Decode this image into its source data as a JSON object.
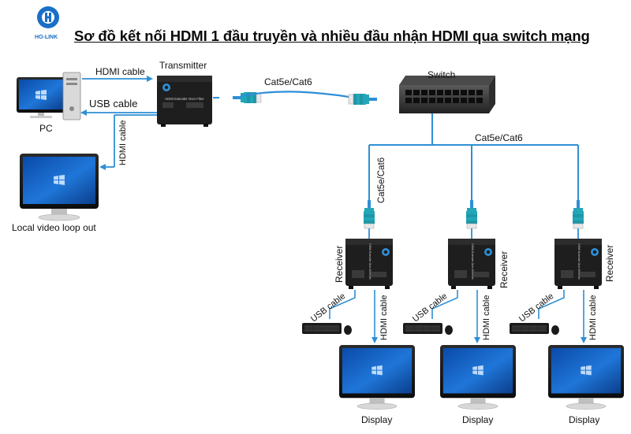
{
  "title": "Sơ đồ kết nối HDMI 1 đầu truyền và nhiều đầu nhận HDMI qua switch mạng",
  "brand": {
    "name": "HO-LINK"
  },
  "labels": {
    "hdmi_cable_top": "HDMI cable",
    "transmitter": "Transmitter",
    "usb_cable": "USB cable",
    "pc": "PC",
    "hdmi_cable_loop": "HDMI cable",
    "local_loop": "Local video loop out",
    "cat_link": "Cat5e/Cat6",
    "switch": "Switch",
    "cat_branch": "Cat5e/Cat6",
    "cat_vertical": "Cat5e/Cat6",
    "receiver": "Receiver",
    "usb_rx": "USB cable",
    "hdmi_rx": "HDMI cable",
    "display": "Display"
  },
  "device_text": {
    "transmitter_face": "HDMI Extender Over Fiber",
    "receiver_face": "HDMI Extender Over Ethernet"
  },
  "colors": {
    "cable_blue": "#2e8fd6",
    "title_blue": "#1a6fc6",
    "rj45_teal": "#23a6b8",
    "device_black": "#1e1e1e"
  },
  "icons": [
    "ho-link-logo-icon",
    "pc-tower-icon",
    "monitor-icon",
    "keyboard-mouse-icon",
    "network-switch-icon",
    "rj45-connector-icon"
  ]
}
